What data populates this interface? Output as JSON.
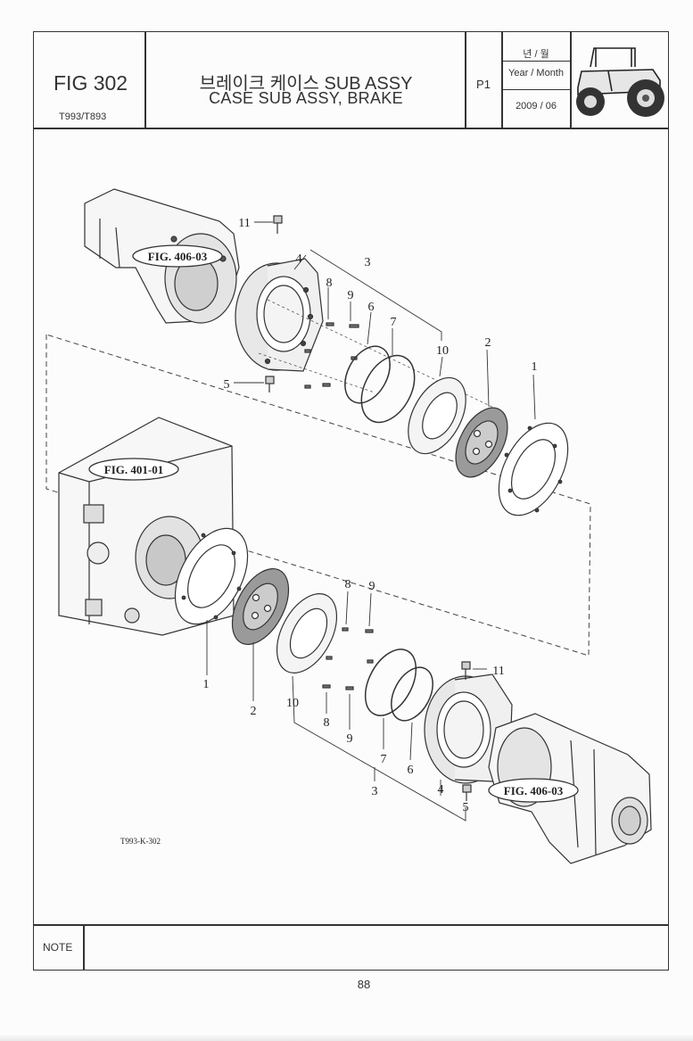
{
  "header": {
    "fig_number": "FIG 302",
    "model": "T993/T893",
    "title_korean": "브레이크 케이스 SUB ASSY",
    "title_english": "CASE SUB ASSY, BRAKE",
    "page_code": "P1",
    "year_month_korean": "년 / 월",
    "year_month_label": "Year / Month",
    "year_month_value": "2009 / 06",
    "thumbnail_icon": "tractor-icon"
  },
  "diagram": {
    "ref_figs": [
      "FIG. 406-03",
      "FIG. 401-01",
      "FIG. 406-03"
    ],
    "drawing_code": "T993-K-302",
    "callouts_upper": [
      "11",
      "4",
      "3",
      "8",
      "9",
      "6",
      "7",
      "10",
      "2",
      "1",
      "5"
    ],
    "callouts_lower": [
      "8",
      "9",
      "11",
      "1",
      "2",
      "10",
      "8",
      "9",
      "7",
      "6",
      "3",
      "4",
      "5"
    ]
  },
  "footer": {
    "note_label": "NOTE",
    "page_number": "88"
  }
}
